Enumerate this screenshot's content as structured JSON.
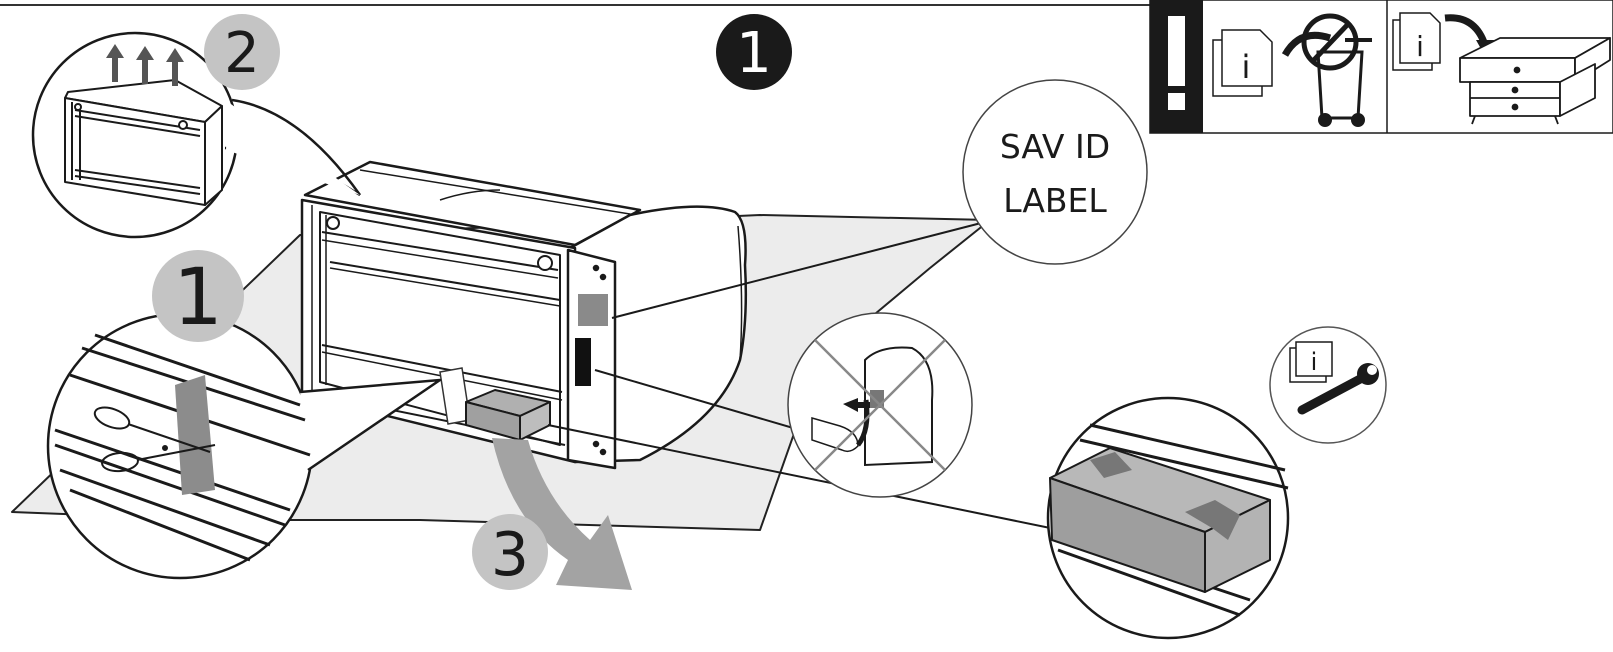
{
  "step": {
    "number": "1"
  },
  "substeps": {
    "tape": "1",
    "lift": "2",
    "box": "3"
  },
  "callout": {
    "line1": "SAV ID",
    "line2": "LABEL"
  },
  "info_panel": {
    "info_letter": "i"
  },
  "tools_icon": {
    "info_letter": "i"
  },
  "colors": {
    "ink": "#1a1a1a",
    "badge_gray": "#c4c4c4",
    "floor_gray": "#ececec",
    "label_gray": "#8a8a8a",
    "arrow_gray": "#a3a3a3",
    "tape_gray": "#8c8c8c"
  }
}
